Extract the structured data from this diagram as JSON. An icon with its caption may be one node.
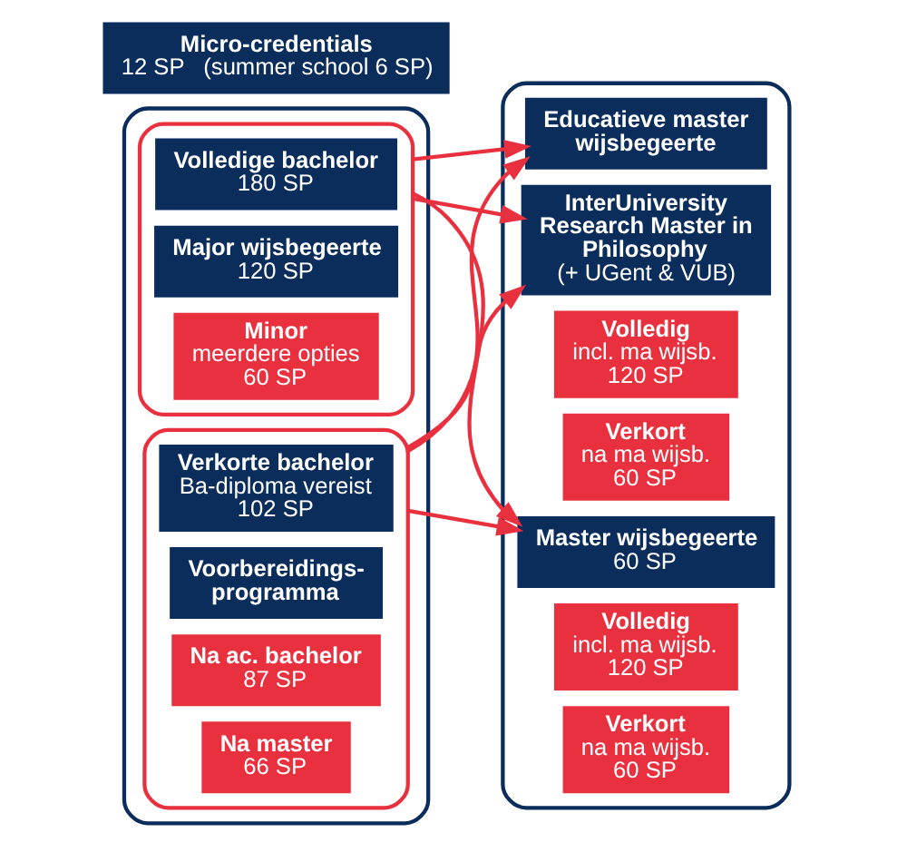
{
  "diagram": {
    "nodes": [
      {
        "text": [],
        "shape": "box"
      },
      {
        "text": [],
        "shape": "box",
        "in": 0
      },
      {
        "text": [
          "Volledige bachelor",
          "180 SP"
        ],
        "in": 1
      },
      {
        "text": [
          "Major wijsbegeerte",
          "120 SP"
        ],
        "in": 1
      },
      {
        "text": [
          "Minor",
          "meerdere opties",
          "60 SP"
        ],
        "in": 1
      },
      {
        "text": [],
        "shape": "box",
        "in": 0
      },
      {
        "text": [
          "Verkorte bachelor",
          "Ba-diploma vereist",
          "102 SP"
        ],
        "in": 5
      },
      {
        "text": [
          "Voorbereidings- programma"
        ],
        "in": 5
      },
      {
        "text": [
          "Na ac. bachelor",
          "87 SP"
        ],
        "in": 5
      },
      {
        "text": [
          "Na master",
          "66 SP"
        ],
        "in": 5
      },
      {
        "text": [
          "Micro-credentials",
          "12 SP   (summer school 6 SP)"
        ]
      },
      {
        "text": [],
        "shape": "box"
      },
      {
        "text": [
          "Master wijsbegeerte",
          "60 SP"
        ],
        "in": 11
      },
      {
        "text": [
          "Educatieve master wijsbegeerte"
        ],
        "in": 11
      },
      {
        "text": [
          "Volledig",
          "incl. ma wijsb.",
          "120 SP"
        ],
        "in": 11
      },
      {
        "text": [
          "Verkort",
          "na ma wijsb.",
          "60 SP"
        ],
        "in": 11
      },
      {
        "text": [
          "InterUniversity Research Master in Philosophy",
          "(+ UGent & VUB)"
        ],
        "in": 11
      },
      {
        "text": [
          "Volledig",
          "incl. ma wijsb.",
          "120 SP"
        ],
        "in": 11
      },
      {
        "text": [
          "Verkort",
          "na ma wijsb.",
          "60 SP"
        ],
        "in": 11
      }
    ],
    "edges": [
      {
        "from": 1,
        "to": 12,
        "arrow": "to"
      },
      {
        "from": 1,
        "to": 13,
        "arrow": "to"
      },
      {
        "from": 1,
        "to": 16,
        "arrow": "to"
      },
      {
        "from": 5,
        "to": 12,
        "arrow": "to"
      },
      {
        "from": 5,
        "to": 13,
        "arrow": "to"
      },
      {
        "from": 5,
        "to": 16,
        "arrow": "to"
      }
    ]
  }
}
